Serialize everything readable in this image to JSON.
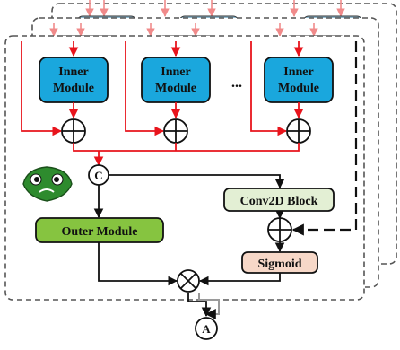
{
  "modules": {
    "inner_label_line1": "Inner",
    "inner_label_line2": "Module",
    "ellipsis": "...",
    "outer_label": "Outer Module",
    "conv_label": "Conv2D Block",
    "sigmoid_label": "Sigmoid"
  },
  "nodes": {
    "concat_letter": "C",
    "output_letter": "A"
  },
  "colors": {
    "inner_fill": "#1aa7dd",
    "outer_fill": "#86c440",
    "conv_fill": "#e3efd4",
    "sigmoid_fill": "#f7d8c8",
    "red_arrow": "#e8141c",
    "pink_arrow": "#f08a8a",
    "panel_border": "#555555",
    "icon_green": "#2e8b2e"
  }
}
